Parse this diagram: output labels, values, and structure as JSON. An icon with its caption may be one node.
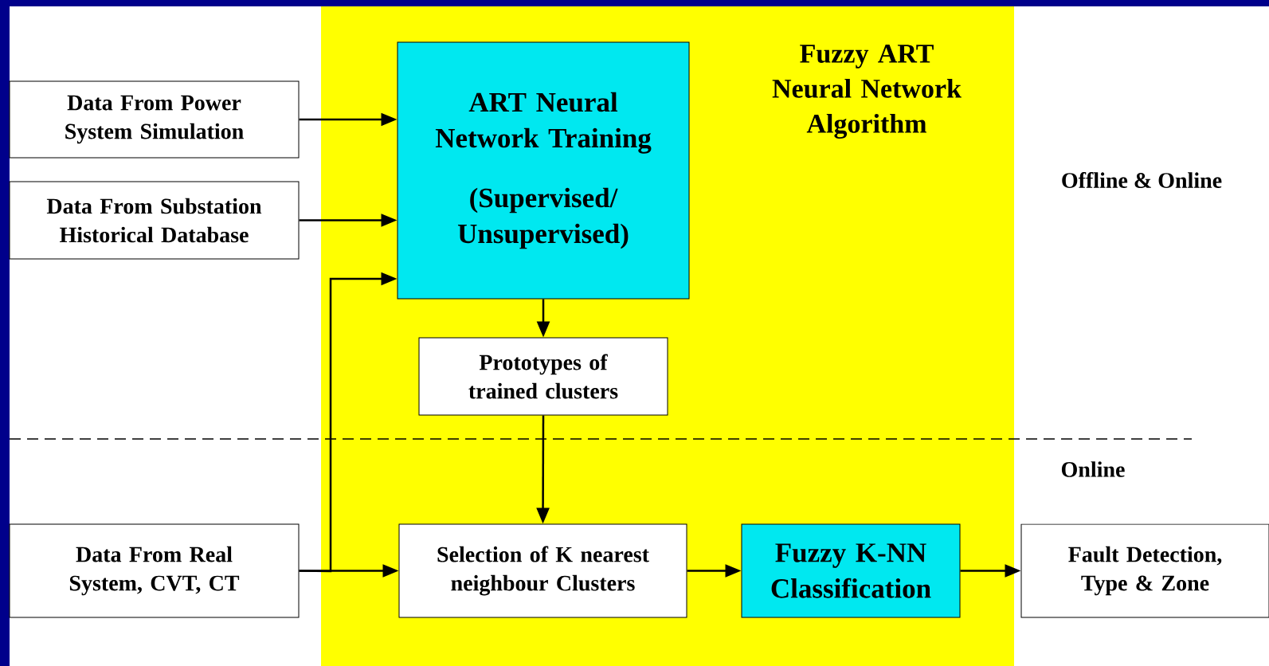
{
  "diagram": {
    "nodes": [
      {
        "text": [
          "Fuzzy ART Neural Network Algorithm"
        ]
      },
      {
        "text": [
          "Data From Power System Simulation"
        ]
      },
      {
        "text": [
          "Data From Substation Historical Database"
        ]
      },
      {
        "text": [
          "ART Neural Network Training",
          "(Supervised/ Unsupervised)"
        ],
        "in": 0
      },
      {
        "text": [
          "Prototypes of trained clusters"
        ],
        "in": 0
      },
      {
        "text": [
          "Data From Real System, CVT, CT"
        ]
      },
      {
        "text": [
          "Selection of K nearest neighbour Clusters"
        ],
        "in": 0
      },
      {
        "text": [
          "Fuzzy K-NN Classification"
        ],
        "in": 0
      },
      {
        "text": [
          "Fault Detection, Type & Zone"
        ]
      }
    ],
    "edges": [
      {
        "from": 1,
        "to": 3,
        "arrow": "to"
      },
      {
        "from": 2,
        "to": 3,
        "arrow": "to"
      },
      {
        "from": 5,
        "to": 3,
        "arrow": "to"
      },
      {
        "from": 3,
        "to": 4,
        "arrow": "to"
      },
      {
        "from": 4,
        "to": 6,
        "arrow": "to"
      },
      {
        "from": 5,
        "to": 6,
        "arrow": "to"
      },
      {
        "from": 6,
        "to": 7,
        "arrow": "to"
      },
      {
        "from": 7,
        "to": 8,
        "arrow": "to"
      }
    ],
    "labels": [
      "Offline & Online",
      "Online"
    ]
  }
}
